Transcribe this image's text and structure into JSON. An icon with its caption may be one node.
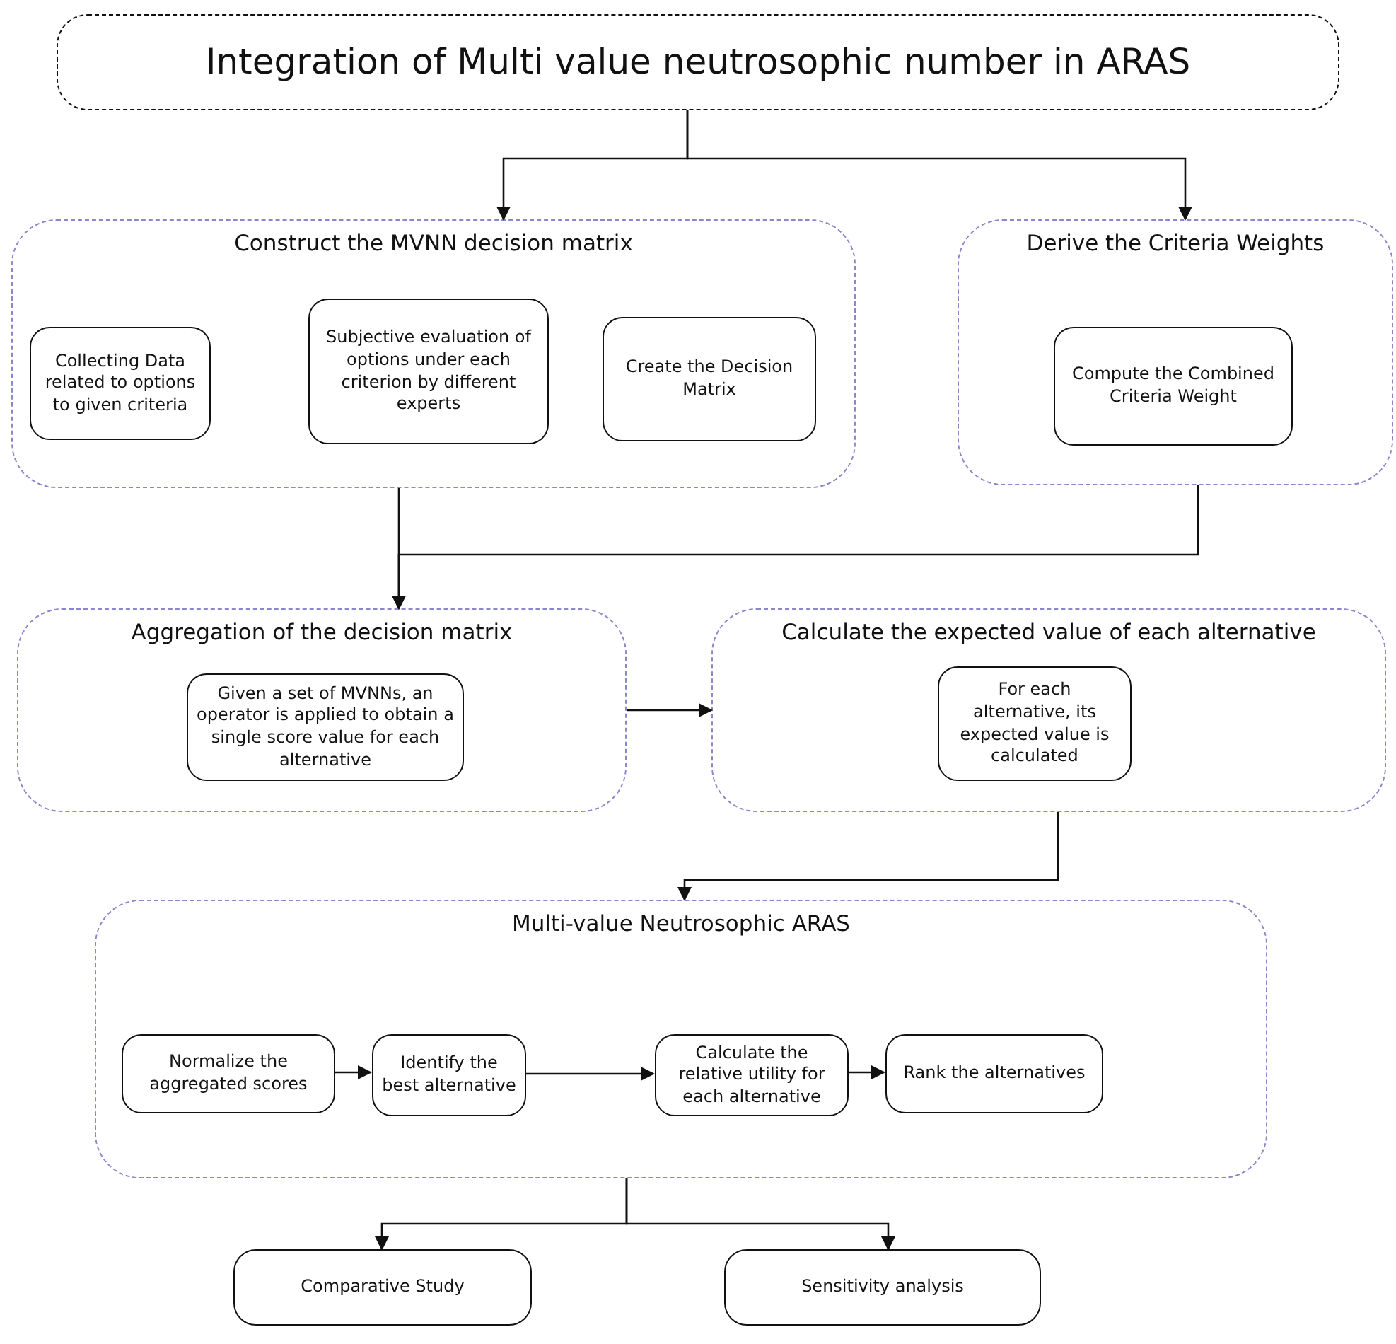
{
  "diagram": {
    "nodes": [
      {
        "text": [
          "Integration of Multi value neutrosophic number in ARAS"
        ]
      },
      {
        "text": [
          "Construct the MVNN decision matrix"
        ]
      },
      {
        "text": [
          "Collecting Data related to options to given criteria"
        ],
        "in": 1
      },
      {
        "text": [
          "Subjective evaluation of options under each criterion by different experts"
        ],
        "in": 1
      },
      {
        "text": [
          "Create the Decision Matrix"
        ],
        "in": 1
      },
      {
        "text": [
          "Derive the Criteria Weights"
        ]
      },
      {
        "text": [
          "Compute the Combined Criteria Weight"
        ],
        "in": 5
      },
      {
        "text": [
          "Aggregation of the decision matrix"
        ]
      },
      {
        "text": [
          "Given a set of MVNNs, an operator is applied to obtain a single score value for each alternative"
        ],
        "in": 7
      },
      {
        "text": [
          "Calculate the expected value of each alternative"
        ]
      },
      {
        "text": [
          "For each alternative, its expected value is calculated"
        ],
        "in": 9
      },
      {
        "text": [
          "Multi-value Neutrosophic ARAS"
        ]
      },
      {
        "text": [
          "Normalize the aggregated scores"
        ],
        "in": 11
      },
      {
        "text": [
          "Identify the best alternative"
        ],
        "in": 11
      },
      {
        "text": [
          "Calculate the relative utility for each alternative"
        ],
        "in": 11
      },
      {
        "text": [
          "Rank the alternatives"
        ],
        "in": 11
      },
      {
        "text": [
          "Comparative Study"
        ]
      },
      {
        "text": [
          "Sensitivity analysis"
        ]
      }
    ],
    "edges": [
      {
        "from": 0,
        "to": 1,
        "arrow": "to"
      },
      {
        "from": 0,
        "to": 5,
        "arrow": "to"
      },
      {
        "from": 1,
        "to": 7,
        "arrow": "to"
      },
      {
        "from": 5,
        "to": 7,
        "arrow": "to"
      },
      {
        "from": 7,
        "to": 9,
        "arrow": "to"
      },
      {
        "from": 9,
        "to": 11,
        "arrow": "to"
      },
      {
        "from": 12,
        "to": 13,
        "arrow": "to"
      },
      {
        "from": 13,
        "to": 14,
        "arrow": "to"
      },
      {
        "from": 14,
        "to": 15,
        "arrow": "to"
      },
      {
        "from": 11,
        "to": 16,
        "arrow": "to"
      },
      {
        "from": 11,
        "to": 17,
        "arrow": "to"
      }
    ]
  }
}
